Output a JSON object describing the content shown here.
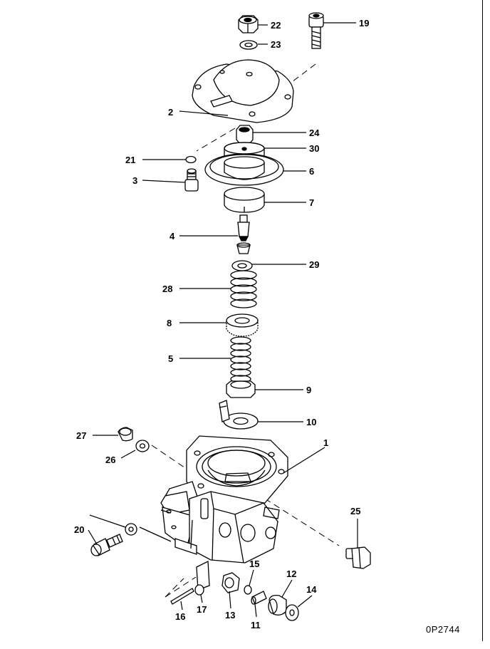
{
  "drawing_code": "0P2744",
  "callouts": {
    "c1": "1",
    "c2": "2",
    "c3": "3",
    "c4": "4",
    "c5": "5",
    "c6": "6",
    "c7": "7",
    "c8": "8",
    "c9": "9",
    "c10": "10",
    "c11": "11",
    "c12": "12",
    "c13": "13",
    "c14": "14",
    "c15": "15",
    "c16": "16",
    "c17": "17",
    "c19": "19",
    "c20": "20",
    "c21": "21",
    "c22": "22",
    "c23": "23",
    "c24": "24",
    "c25": "25",
    "c26": "26",
    "c27": "27",
    "c28": "28",
    "c29": "29",
    "c30": "30"
  }
}
